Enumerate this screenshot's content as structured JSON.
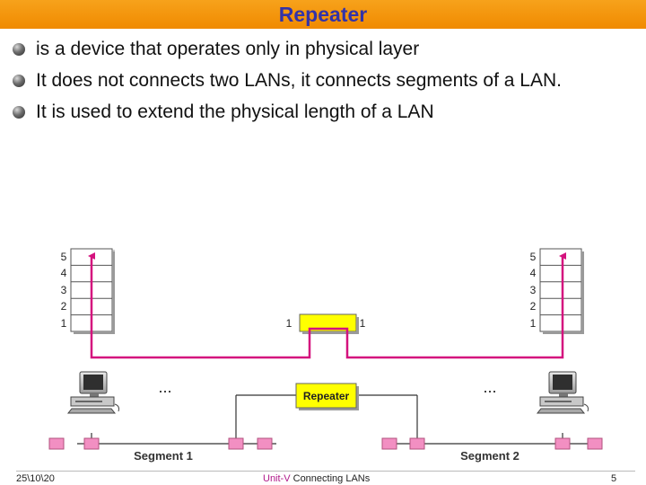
{
  "title": "Repeater",
  "bullets": [
    "is a device that operates only in physical layer",
    "It does not connects two LANs, it connects segments of a LAN.",
    "It is used to  extend the physical length of a LAN"
  ],
  "diagram": {
    "left_layers": [
      "5",
      "4",
      "3",
      "2",
      "1"
    ],
    "right_layers": [
      "5",
      "4",
      "3",
      "2",
      "1"
    ],
    "repeater_left_label": "1",
    "repeater_right_label": "1",
    "repeater_label": "Repeater",
    "ellipsis_left": "...",
    "ellipsis_right": "...",
    "segment1_label": "Segment 1",
    "segment2_label": "Segment 2",
    "colors": {
      "path": "#d4127e",
      "repeater": "#ffff00",
      "tap": "#f28fc2",
      "cable": "#333333"
    }
  },
  "footer": {
    "date": "25\\10\\20",
    "unit": "Unit-V",
    "topic": " Connecting LANs",
    "page": "5"
  }
}
